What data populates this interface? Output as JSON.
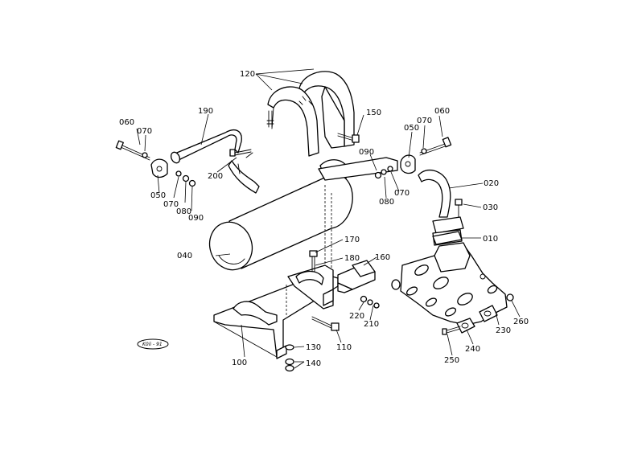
{
  "labels": {
    "p010": "010",
    "p020": "020",
    "p030": "030",
    "p040": "040",
    "p050a": "050",
    "p050b": "050",
    "p060a": "060",
    "p060b": "060",
    "p070a": "070",
    "p070b": "070",
    "p070c": "070",
    "p070d": "070",
    "p080a": "080",
    "p080b": "080",
    "p090a": "090",
    "p090b": "090",
    "p100": "100",
    "p110": "110",
    "p120": "120",
    "p130": "130",
    "p140": "140",
    "p150": "150",
    "p160": "160",
    "p170": "170",
    "p180": "180",
    "p190": "190",
    "p200": "200",
    "p210": "210",
    "p220": "220",
    "p230": "230",
    "p240": "240",
    "p250": "250",
    "p260": "260"
  },
  "stamp": "K0ii - 91"
}
